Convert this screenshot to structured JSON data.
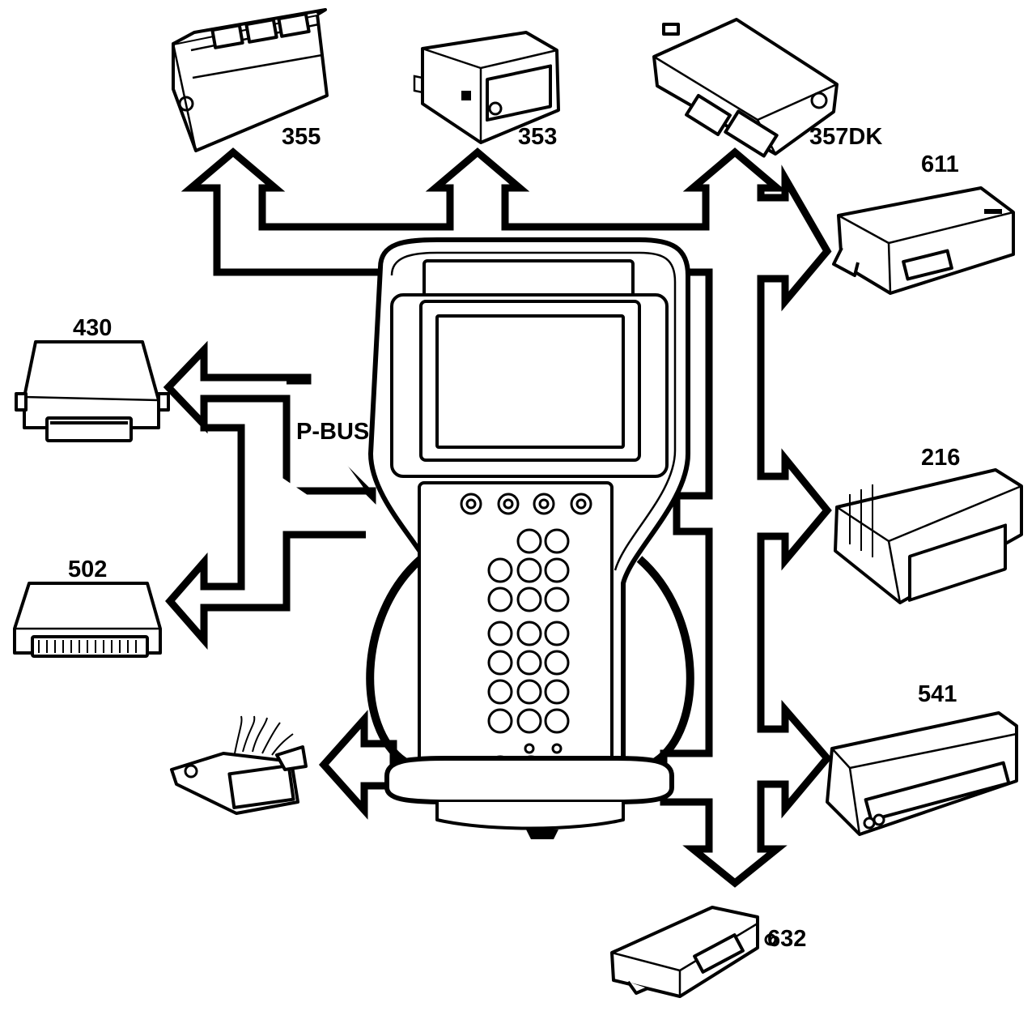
{
  "diagram": {
    "bus_label": "P-BUS",
    "modules": [
      {
        "id": "355",
        "label": "355"
      },
      {
        "id": "353",
        "label": "353"
      },
      {
        "id": "357DK",
        "label": "357DK"
      },
      {
        "id": "611",
        "label": "611"
      },
      {
        "id": "430",
        "label": "430"
      },
      {
        "id": "502",
        "label": "502"
      },
      {
        "id": "216",
        "label": "216"
      },
      {
        "id": "541",
        "label": "541"
      },
      {
        "id": "632",
        "label": "632"
      }
    ],
    "devices": {
      "scan_tool": "scan-tool-icon",
      "connector": "obd-connector-icon"
    }
  }
}
